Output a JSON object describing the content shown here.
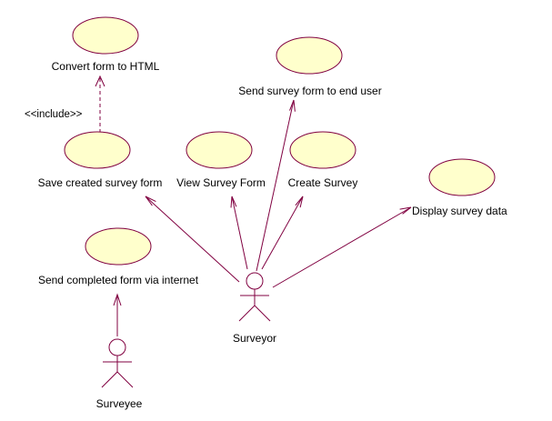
{
  "colors": {
    "line": "#800040",
    "fill": "#ffffcc",
    "text": "#000000"
  },
  "use_cases": {
    "convert_form": "Convert form to HTML",
    "send_survey": "Send survey form to end user",
    "save_created": "Save created survey form",
    "view_form": "View Survey Form",
    "create_survey": "Create Survey",
    "display_data": "Display survey data",
    "send_completed": "Send completed form via internet"
  },
  "actors": {
    "surveyor": "Surveyor",
    "surveyee": "Surveyee"
  },
  "relationships": {
    "include": "<<include>>"
  }
}
